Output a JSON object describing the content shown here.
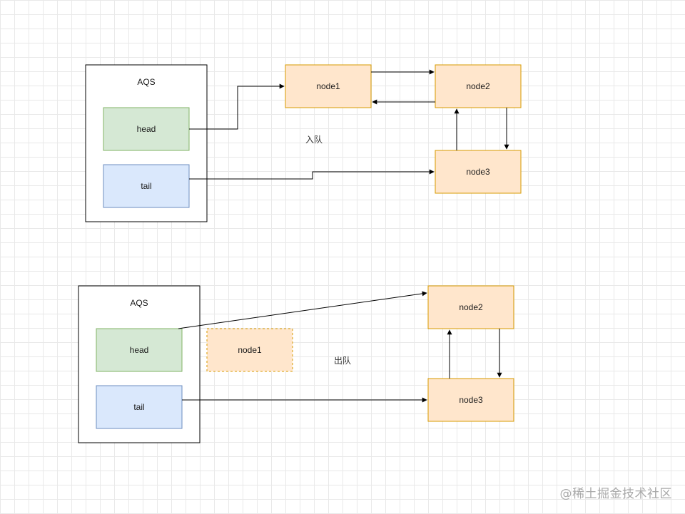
{
  "colors": {
    "green_fill": "#d5e8d4",
    "green_stroke": "#82b366",
    "blue_fill": "#dae8fc",
    "blue_stroke": "#6c8ebf",
    "orange_fill": "#ffe6cc",
    "orange_stroke": "#d79b00",
    "line": "#000000"
  },
  "enqueue": {
    "container_label": "AQS",
    "head_label": "head",
    "tail_label": "tail",
    "node1_label": "node1",
    "node2_label": "node2",
    "node3_label": "node3",
    "caption": "入队"
  },
  "dequeue": {
    "container_label": "AQS",
    "head_label": "head",
    "tail_label": "tail",
    "node1_label": "node1",
    "node2_label": "node2",
    "node3_label": "node3",
    "caption": "出队"
  },
  "watermark": "@稀土掘金技术社区"
}
